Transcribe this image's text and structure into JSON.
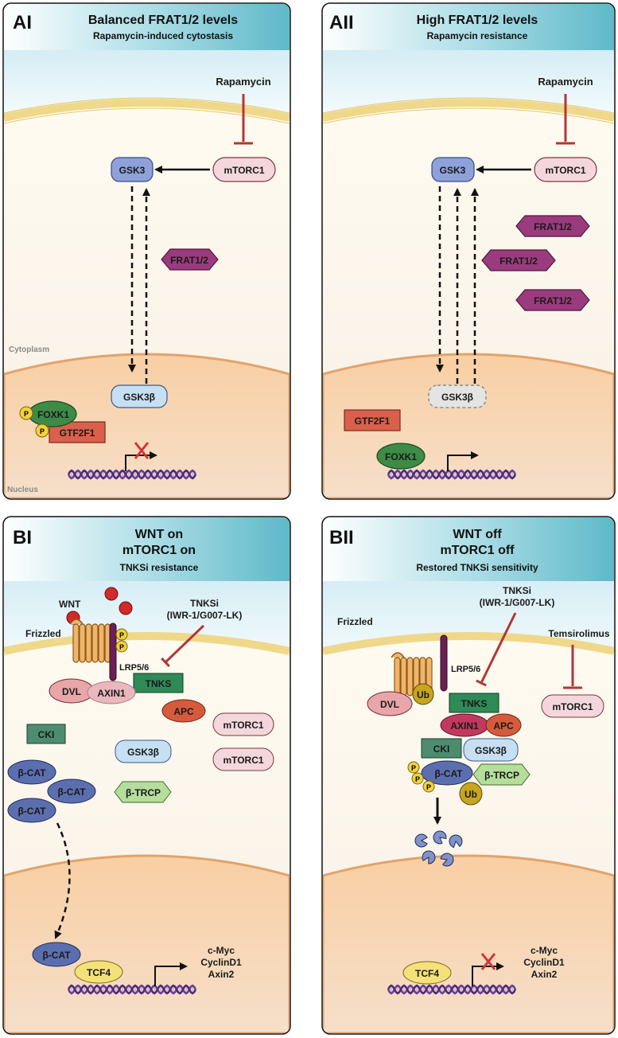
{
  "panels": {
    "AI": {
      "tag": "AI",
      "title": "Balanced FRAT1/2 levels",
      "subtitle": "Rapamycin-induced cytostasis"
    },
    "AII": {
      "tag": "AII",
      "title": "High FRAT1/2 levels",
      "subtitle": "Rapamycin resistance"
    },
    "BI": {
      "tag": "BI",
      "title_line1": "WNT on",
      "title_line2": "mTORC1 on",
      "subtitle": "TNKSi resistance"
    },
    "BII": {
      "tag": "BII",
      "title_line1": "WNT off",
      "title_line2": "mTORC1 off",
      "subtitle": "Restored TNKSi sensitivity"
    }
  },
  "labels": {
    "rapamycin": "Rapamycin",
    "mtorc1": "mTORC1",
    "gsk3": "GSK3",
    "gsk3b": "GSK3β",
    "frat": "FRAT1/2",
    "foxk1": "FOXK1",
    "gtf2f1": "GTF2F1",
    "p": "P",
    "cytoplasm": "Cytoplasm",
    "nucleus": "Nucleus",
    "wnt": "WNT",
    "frizzled": "Frizzled",
    "lrp": "LRP5/6",
    "tnksi_1": "TNKSi",
    "tnksi_2": "(IWR-1/G007-LK)",
    "tnks": "TNKS",
    "dvl": "DVL",
    "axin1": "AXIN1",
    "apc": "APC",
    "cki": "CKI",
    "bcat": "β-CAT",
    "btrcp": "β-TRCP",
    "tcf4": "TCF4",
    "ub": "Ub",
    "temsirolimus": "Temsirolimus",
    "targets": [
      "c-Myc",
      "CyclinD1",
      "Axin2"
    ]
  },
  "colors": {
    "membrane": "#f3e5b2",
    "cytoplasm": "#ffffff",
    "nucleus": "#f6d4b4",
    "header": "#7cc7d4",
    "gsk3": "#8ea1d8",
    "gsk3b": "#c6dff3",
    "mtorc1": "#f4d7dc",
    "frat": "#9a3b7d",
    "foxk1": "#3d8b47",
    "gtf2f1": "#d9604a",
    "phospho": "#f3d23a",
    "tnks": "#2e8b57",
    "axin1": "#c2395f",
    "apc": "#d65b3c",
    "cki": "#4d8c6f",
    "bcat": "#5b6fb0",
    "btrcp": "#b5dd9b",
    "tcf4": "#f4e17a",
    "ub": "#c8a51f",
    "inhibit": "#b33636"
  }
}
